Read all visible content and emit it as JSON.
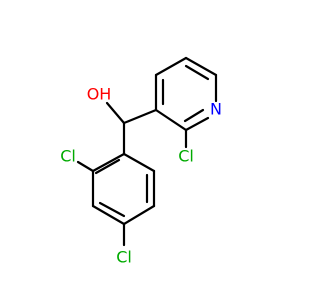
{
  "molecule": {
    "atoms": {
      "oh": "OH",
      "n": "N",
      "cl_pyridine": "Cl",
      "cl_ortho": "Cl",
      "cl_para": "Cl"
    },
    "colors": {
      "bond": "#000000",
      "oxygen": "#ff0000",
      "nitrogen": "#0000ff",
      "chlorine": "#00aa00"
    }
  }
}
